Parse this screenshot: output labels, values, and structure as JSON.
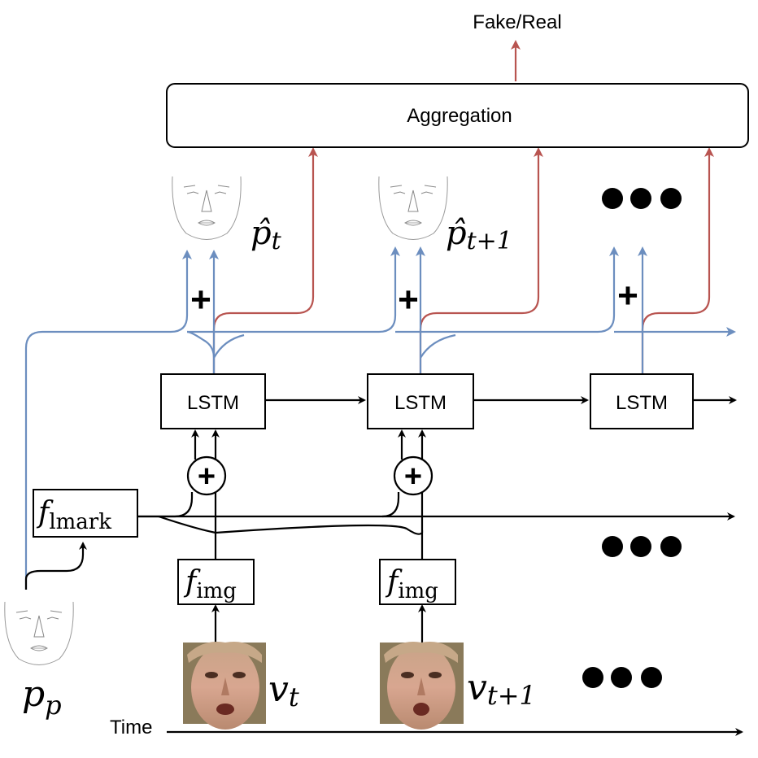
{
  "title": "Fake/Real",
  "aggregation_label": "Aggregation",
  "lstm_label": "LSTM",
  "plus_symbol": "+",
  "f_lmark": {
    "base": "f",
    "sub": "lmark"
  },
  "f_img": {
    "base": "f",
    "sub": "img"
  },
  "labels": {
    "p_hat_t": {
      "base": "p̂",
      "sub": "t"
    },
    "p_hat_t1": {
      "base": "p̂",
      "sub": "t+1"
    },
    "v_t": {
      "base": "v",
      "sub": "t"
    },
    "v_t1": {
      "base": "v",
      "sub": "t+1"
    },
    "p_p": {
      "base": "p",
      "sub": "p"
    }
  },
  "time_label": "Time",
  "colors": {
    "blue": "#6c8ebf",
    "red": "#b85450",
    "black": "#000000"
  }
}
